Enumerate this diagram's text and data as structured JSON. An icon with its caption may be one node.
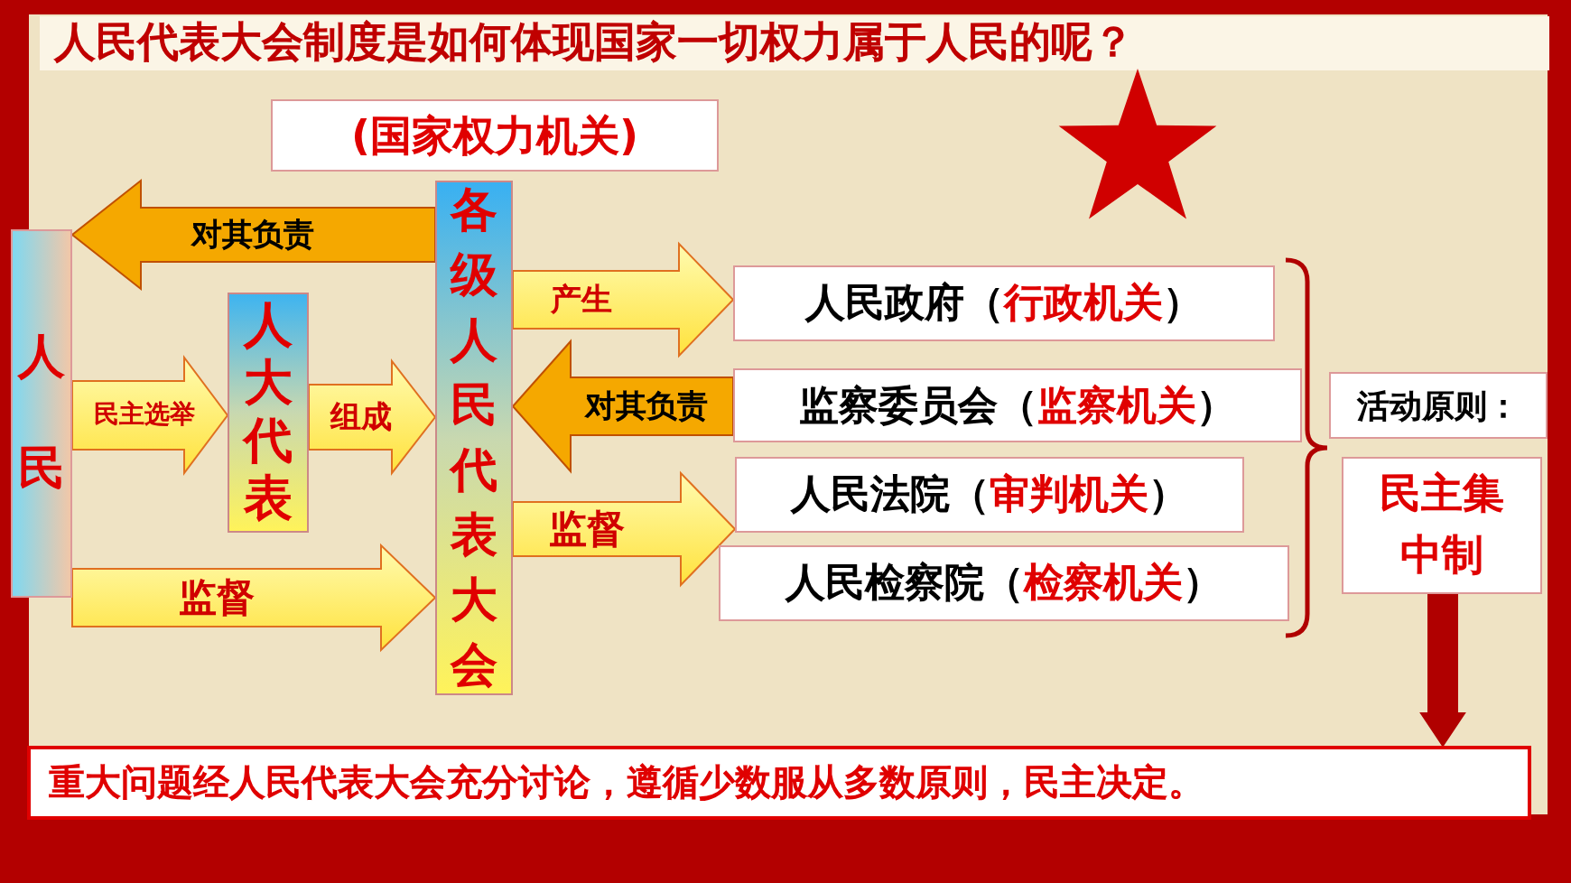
{
  "diagram": {
    "title": "人民代表大会制度是如何体现国家一切权力属于人民的呢？",
    "nodes": [
      {
        "text": [
          "人民"
        ]
      },
      {
        "text": [
          "人大代表"
        ]
      },
      {
        "text": [
          "各级人民代表大会"
        ]
      },
      {
        "text": [
          "(国家权力机关)"
        ]
      },
      {
        "text": [
          "人民政府",
          "（行政机关）"
        ]
      },
      {
        "text": [
          "监察委员会",
          "（监察机关）"
        ]
      },
      {
        "text": [
          "人民法院",
          "（审判机关）"
        ]
      },
      {
        "text": [
          "人民检察院",
          "（检察机关）"
        ]
      },
      {
        "text": [
          "活动原则："
        ]
      },
      {
        "text": [
          "民主集中制"
        ]
      },
      {
        "text": [
          "重大问题经人民代表大会充分讨论，遵循少数服从多数原则，民主决定。"
        ]
      }
    ],
    "edges": [
      {
        "from": 2,
        "to": 0,
        "arrow": "to",
        "label": "对其负责",
        "color": "#f5a800"
      },
      {
        "from": 0,
        "to": 1,
        "arrow": "to",
        "label": "民主选举"
      },
      {
        "from": 1,
        "to": 2,
        "arrow": "to",
        "label": "组成"
      },
      {
        "from": 0,
        "to": 2,
        "arrow": "to",
        "label": "监督"
      },
      {
        "from": 2,
        "to": 4,
        "arrow": "to",
        "label": "产生"
      },
      {
        "from": 5,
        "to": 2,
        "arrow": "to",
        "label": "对其负责",
        "color": "#f5a800"
      },
      {
        "from": 2,
        "to": 6,
        "arrow": "to",
        "label": "监督"
      },
      {
        "from": 9,
        "to": 10,
        "arrow": "to",
        "color": "#b00000"
      }
    ]
  }
}
